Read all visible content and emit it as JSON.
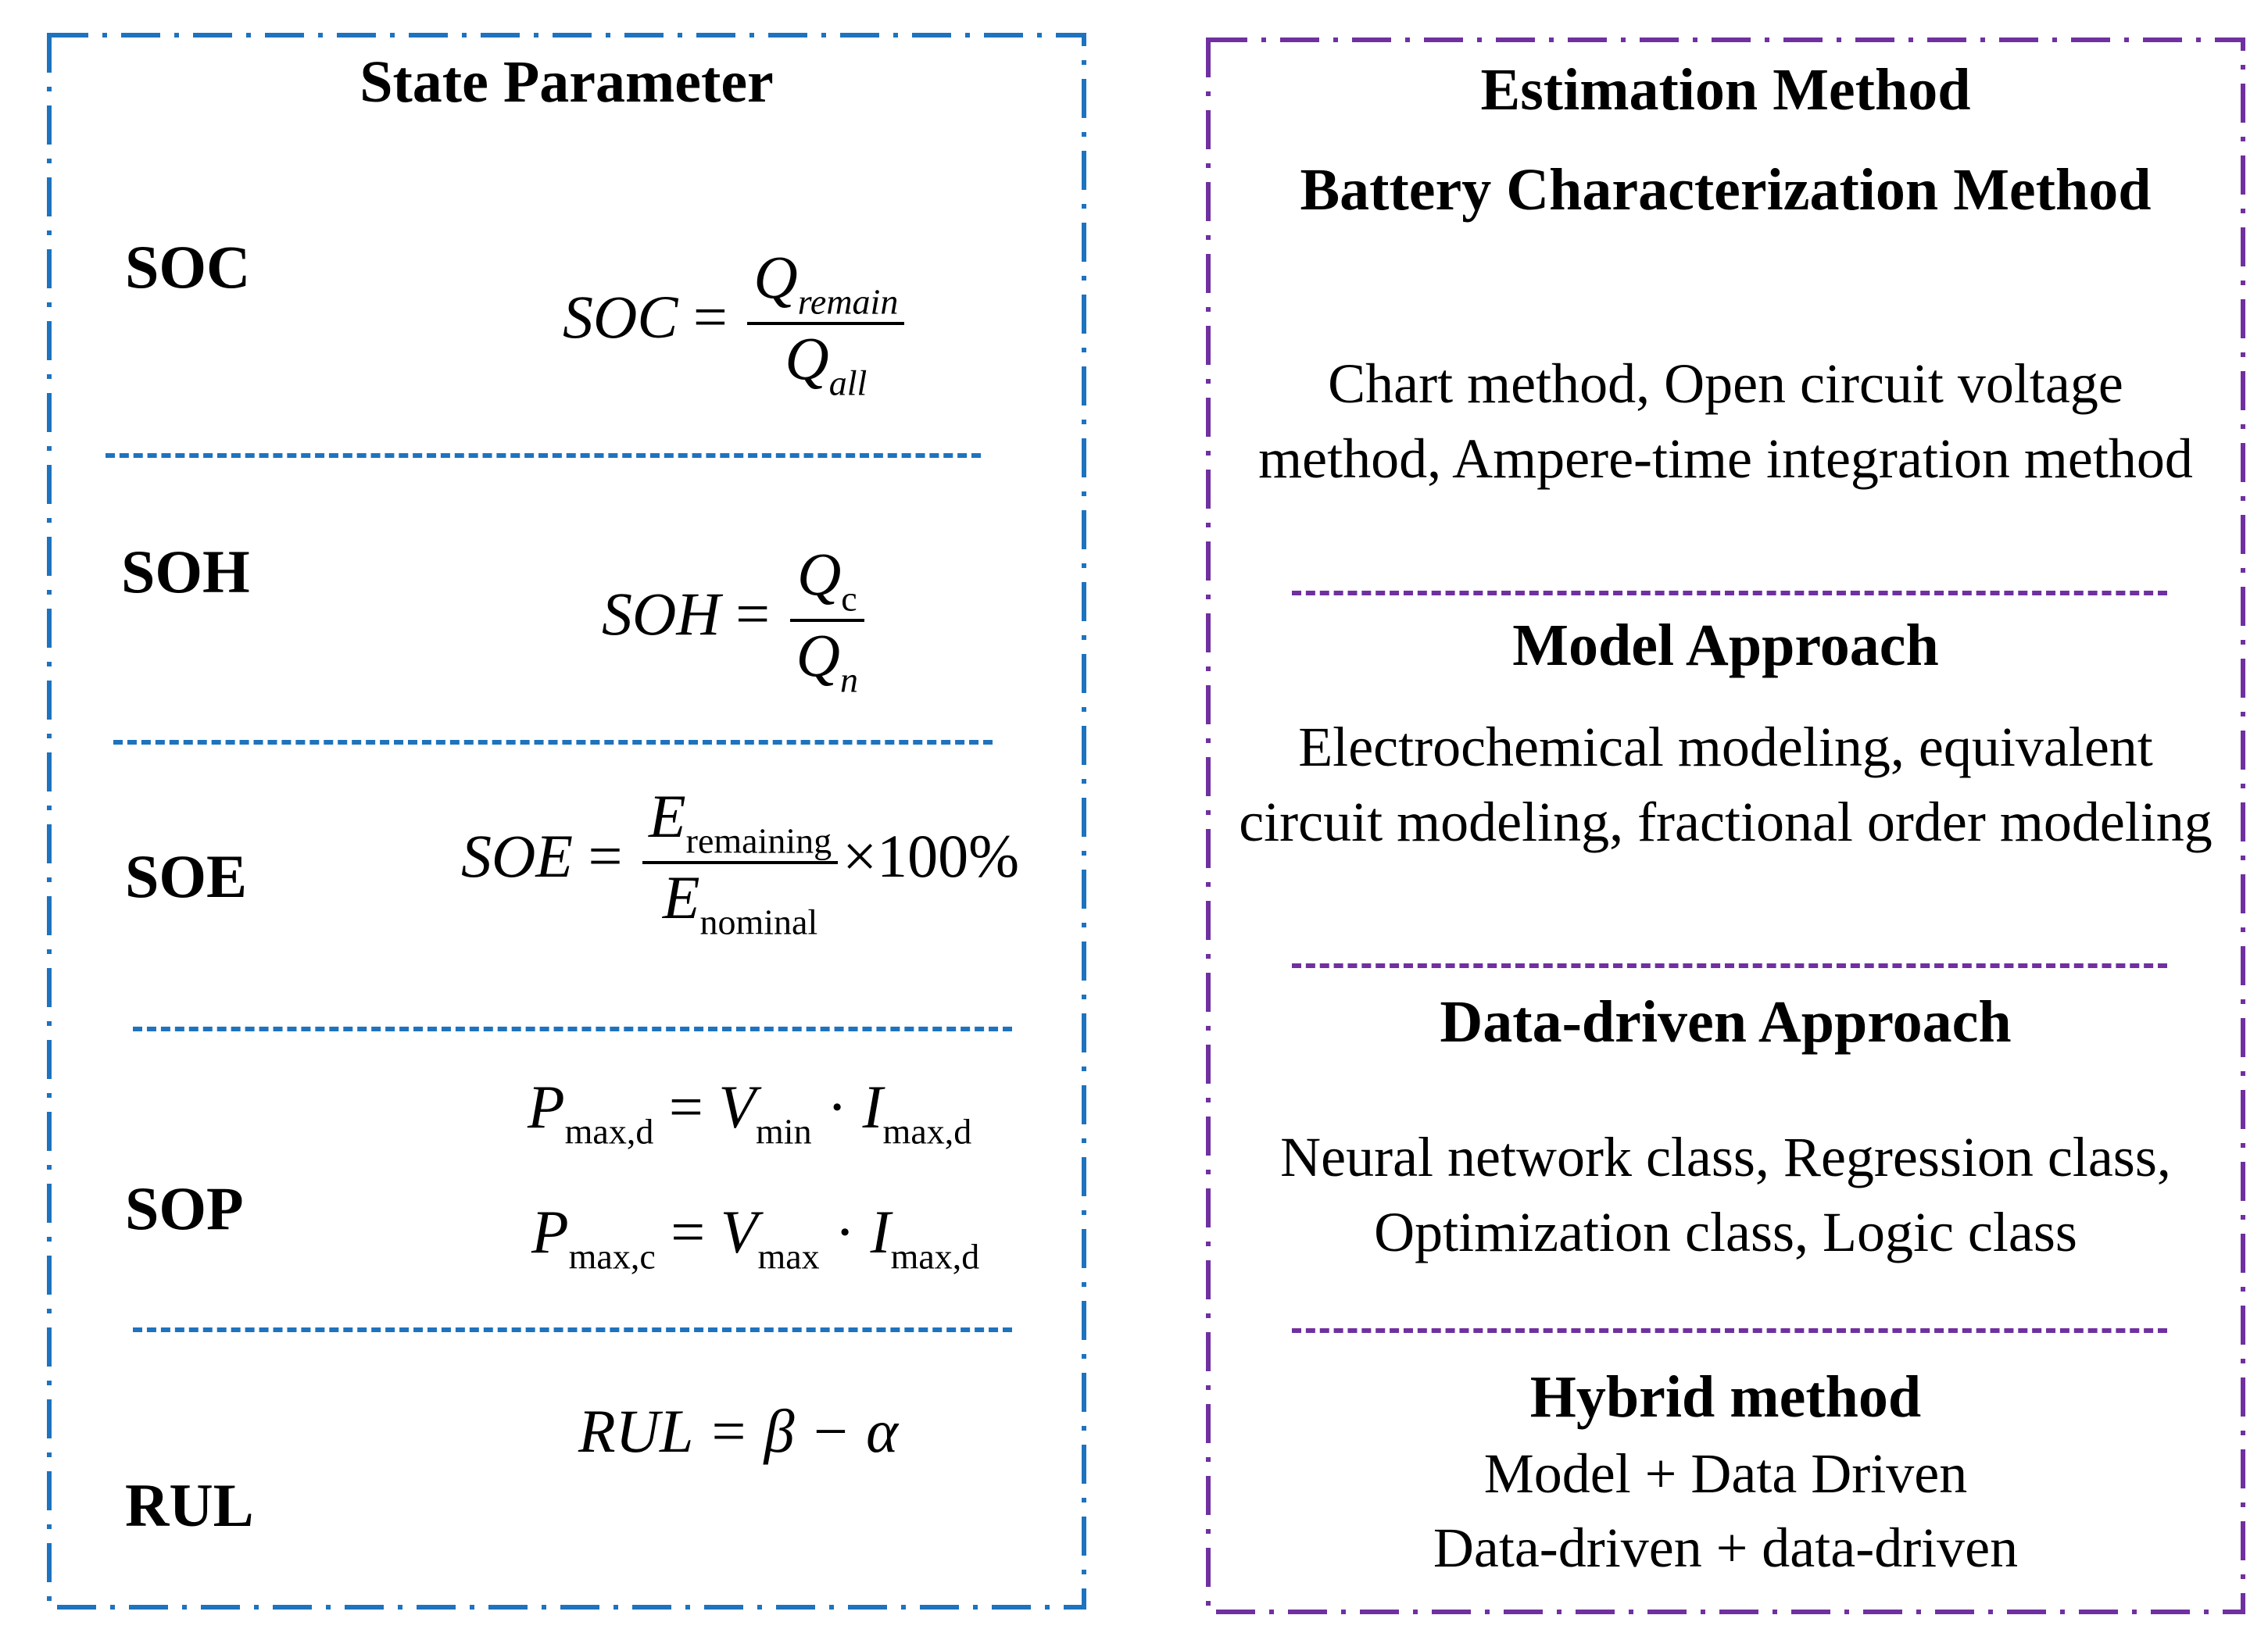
{
  "left": {
    "title": "State Parameter",
    "params": [
      {
        "label": "SOC"
      },
      {
        "label": "SOH"
      },
      {
        "label": "SOE"
      },
      {
        "label": "SOP"
      },
      {
        "label": "RUL"
      }
    ],
    "formulas": {
      "soc": {
        "lhs": "SOC",
        "eq": "=",
        "num": "Q",
        "num_sub": "remain",
        "den": "Q",
        "den_sub": "all"
      },
      "soh": {
        "lhs": "SOH",
        "eq": "=",
        "num": "Q",
        "num_sub": "c",
        "den": "Q",
        "den_sub": "n"
      },
      "soe": {
        "lhs": "SOE",
        "eq": "=",
        "num": "E",
        "num_sub": "remaining",
        "den": "E",
        "den_sub": "nominal",
        "tail": "×100%"
      },
      "sop1": {
        "p": "P",
        "p_sub": "max,d",
        "eq": "=",
        "v": "V",
        "v_sub": "min",
        "dot": "·",
        "i": "I",
        "i_sub": "max,d"
      },
      "sop2": {
        "p": "P",
        "p_sub": "max,c",
        "eq": "=",
        "v": "V",
        "v_sub": "max",
        "dot": "·",
        "i": "I",
        "i_sub": "max,d"
      },
      "rul": {
        "text": "RUL = β − α"
      }
    }
  },
  "right": {
    "title": "Estimation Method",
    "sections": [
      {
        "heading": "Battery Characterization Method",
        "body": "Chart method, Open circuit voltage method, Ampere-time integration method"
      },
      {
        "heading": "Model Approach",
        "body": "Electrochemical modeling, equivalent circuit modeling, fractional order modeling"
      },
      {
        "heading": "Data-driven Approach",
        "body": "Neural network class, Regression class, Optimization class, Logic class"
      },
      {
        "heading": "Hybrid method",
        "body_lines": [
          "Model + Data Driven",
          "Data-driven + data-driven"
        ]
      }
    ]
  },
  "colors": {
    "left_border": "#1e73be",
    "right_border": "#7030a0"
  }
}
